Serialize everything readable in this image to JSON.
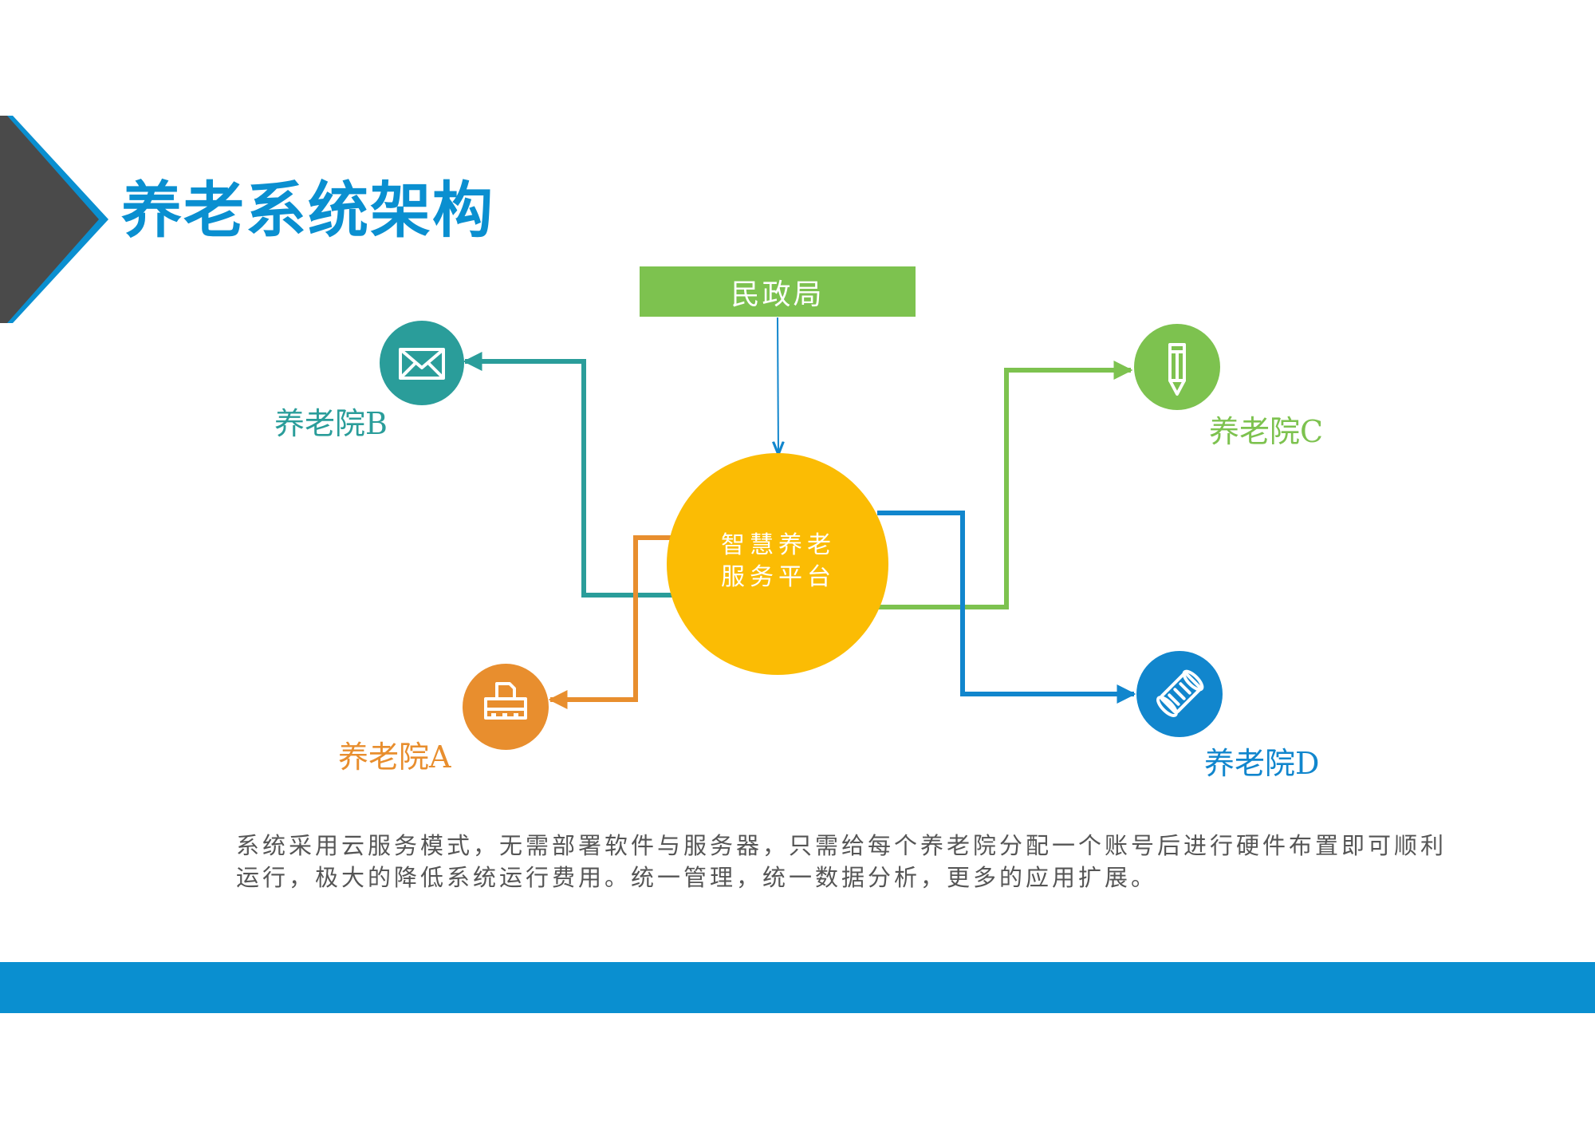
{
  "page": {
    "title": "养老系统架构",
    "title_color": "#0A8FD0",
    "corner_color": "#4A4A4A",
    "corner_accent": "#0A8FD0",
    "band_color": "#0A8FD0"
  },
  "diagram": {
    "top_node": {
      "label": "民政局",
      "color": "#7DC24F"
    },
    "hub": {
      "line1": "智慧养老",
      "line2": "服务平台",
      "color": "#FBBC04"
    },
    "nodes": [
      {
        "id": "b",
        "label": "养老院B",
        "icon": "envelope-icon",
        "color": "#2A9D9A"
      },
      {
        "id": "c",
        "label": "养老院C",
        "icon": "pencil-icon",
        "color": "#7DC24F"
      },
      {
        "id": "a",
        "label": "养老院A",
        "icon": "printer-icon",
        "color": "#E88E2E"
      },
      {
        "id": "d",
        "label": "养老院D",
        "icon": "scroll-icon",
        "color": "#1186CD"
      }
    ]
  },
  "description": {
    "line1": "系统采用云服务模式，无需部署软件与服务器，只需给每个养老院分配一个账号后进行硬件布置即可顺利",
    "line2": "运行，极大的降低系统运行费用。统一管理，统一数据分析，更多的应用扩展。"
  }
}
